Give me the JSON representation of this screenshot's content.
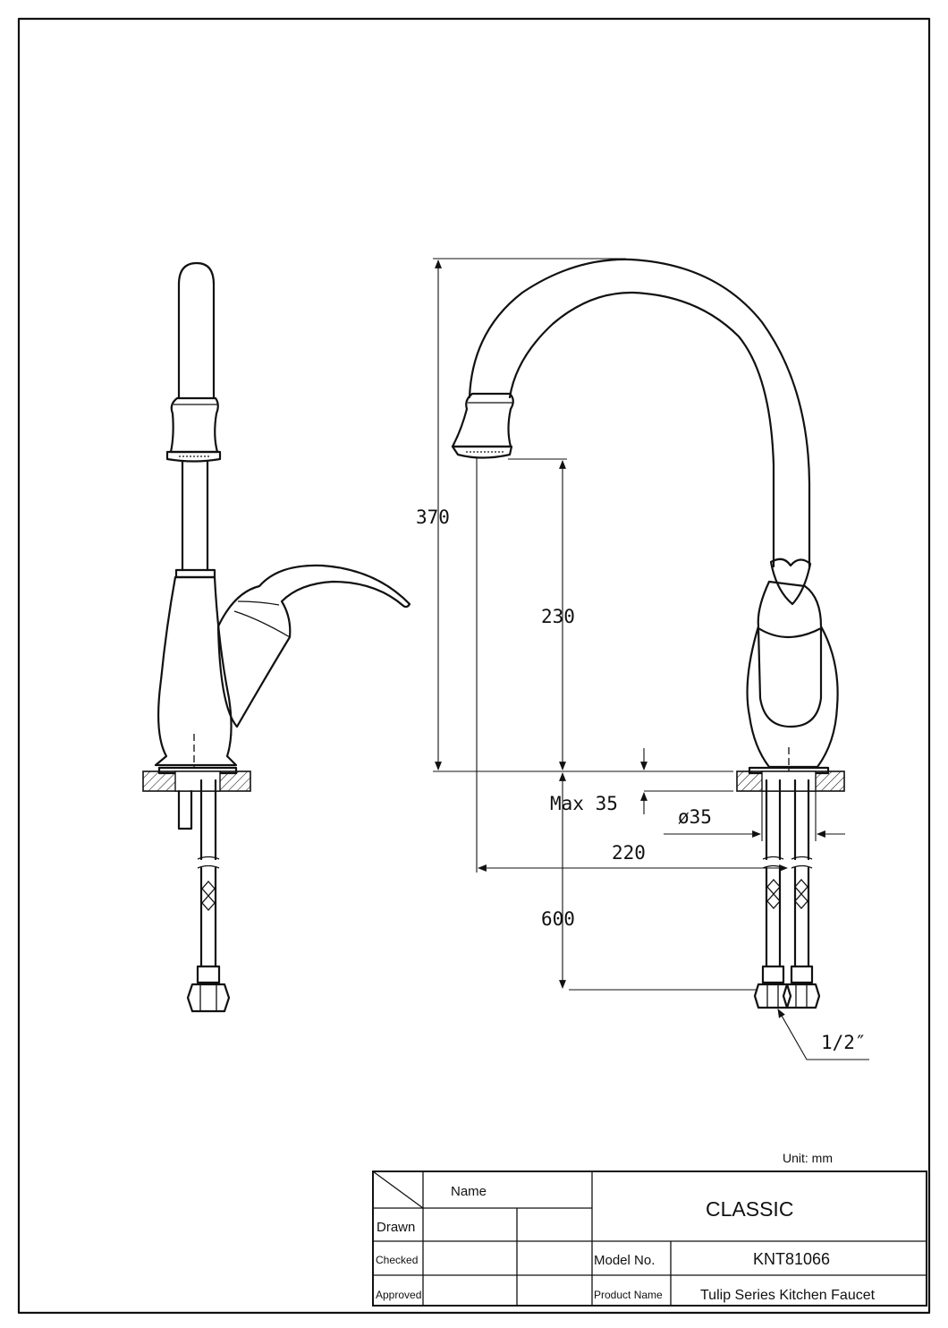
{
  "dimensions": {
    "height_overall": "370",
    "spout_clearance": "230",
    "max_deck": "Max 35",
    "hole_diameter": "ø35",
    "reach": "220",
    "hose_length": "600",
    "connector": "1/2″"
  },
  "title_block": {
    "unit": "Unit: mm",
    "name_header": "Name",
    "drawn_label": "Drawn",
    "checked_label": "Checked",
    "approved_label": "Approved",
    "brand": "CLASSIC",
    "model_label": "Model No.",
    "model_value": "KNT81066",
    "product_label": "Product Name",
    "product_value": "Tulip Series Kitchen Faucet"
  }
}
